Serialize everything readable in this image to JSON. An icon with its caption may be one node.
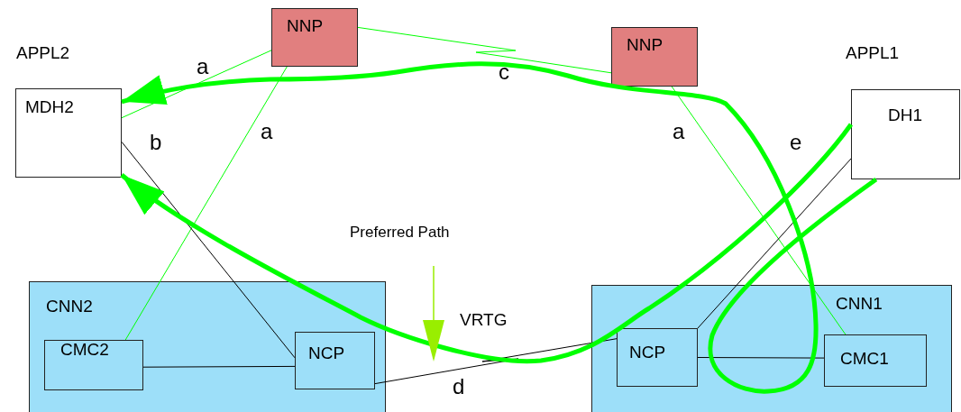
{
  "diagram": {
    "nodes": [
      {
        "text": [
          "NNP"
        ]
      },
      {
        "text": [
          "NNP"
        ]
      },
      {
        "text": [
          "MDH2"
        ]
      },
      {
        "text": [
          "DH1"
        ]
      },
      {
        "text": [
          "CNN2"
        ]
      },
      {
        "text": [
          "CMC2"
        ],
        "in": 4
      },
      {
        "text": [
          "NCP"
        ],
        "in": 4
      },
      {
        "text": [
          "CNN1"
        ]
      },
      {
        "text": [
          "NCP"
        ],
        "in": 7
      },
      {
        "text": [
          "CMC1"
        ],
        "in": 7
      }
    ],
    "edges": [
      {
        "from": 0,
        "to": 2,
        "arrow": "none",
        "label": "a",
        "color": "#00ff00"
      },
      {
        "from": 0,
        "to": 5,
        "arrow": "none",
        "label": "a",
        "color": "#00ff00"
      },
      {
        "from": 0,
        "to": 1,
        "arrow": "none",
        "label": "c",
        "color": "#00ff00"
      },
      {
        "from": 1,
        "to": 9,
        "arrow": "none",
        "label": "a",
        "color": "#00ff00"
      },
      {
        "from": 2,
        "to": 6,
        "arrow": "none",
        "label": "b",
        "color": "#000000"
      },
      {
        "from": 3,
        "to": 8,
        "arrow": "none",
        "label": "e",
        "color": "#000000"
      },
      {
        "from": 5,
        "to": 6,
        "arrow": "none",
        "color": "#000000"
      },
      {
        "from": 8,
        "to": 9,
        "arrow": "none",
        "color": "#000000"
      },
      {
        "from": 6,
        "to": 8,
        "arrow": "none",
        "label": "d",
        "color": "#000000"
      },
      {
        "from": 3,
        "to": 2,
        "arrow": "to",
        "style": "thick",
        "color": "#00ff00"
      },
      {
        "from": 3,
        "to": 2,
        "arrow": "to",
        "style": "thick",
        "color": "#00ff00"
      }
    ],
    "labels": [
      "APPL2",
      "APPL1",
      "Preferred Path",
      "VRTG"
    ]
  }
}
